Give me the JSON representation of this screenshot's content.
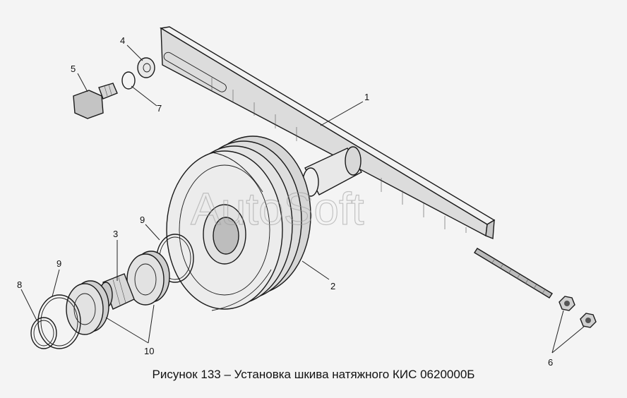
{
  "caption": "Рисунок 133 – Установка шкива натяжного КИС 0620000Б",
  "watermark": "AutoSoft",
  "callouts": {
    "c1": "1",
    "c2": "2",
    "c3": "3",
    "c4": "4",
    "c5": "5",
    "c6": "6",
    "c7": "7",
    "c8": "8",
    "c9a": "9",
    "c9b": "9",
    "c10": "10"
  },
  "colors": {
    "background": "#f4f4f4",
    "part_fill": "#e6e6e6",
    "ink": "#1a1a1a"
  }
}
